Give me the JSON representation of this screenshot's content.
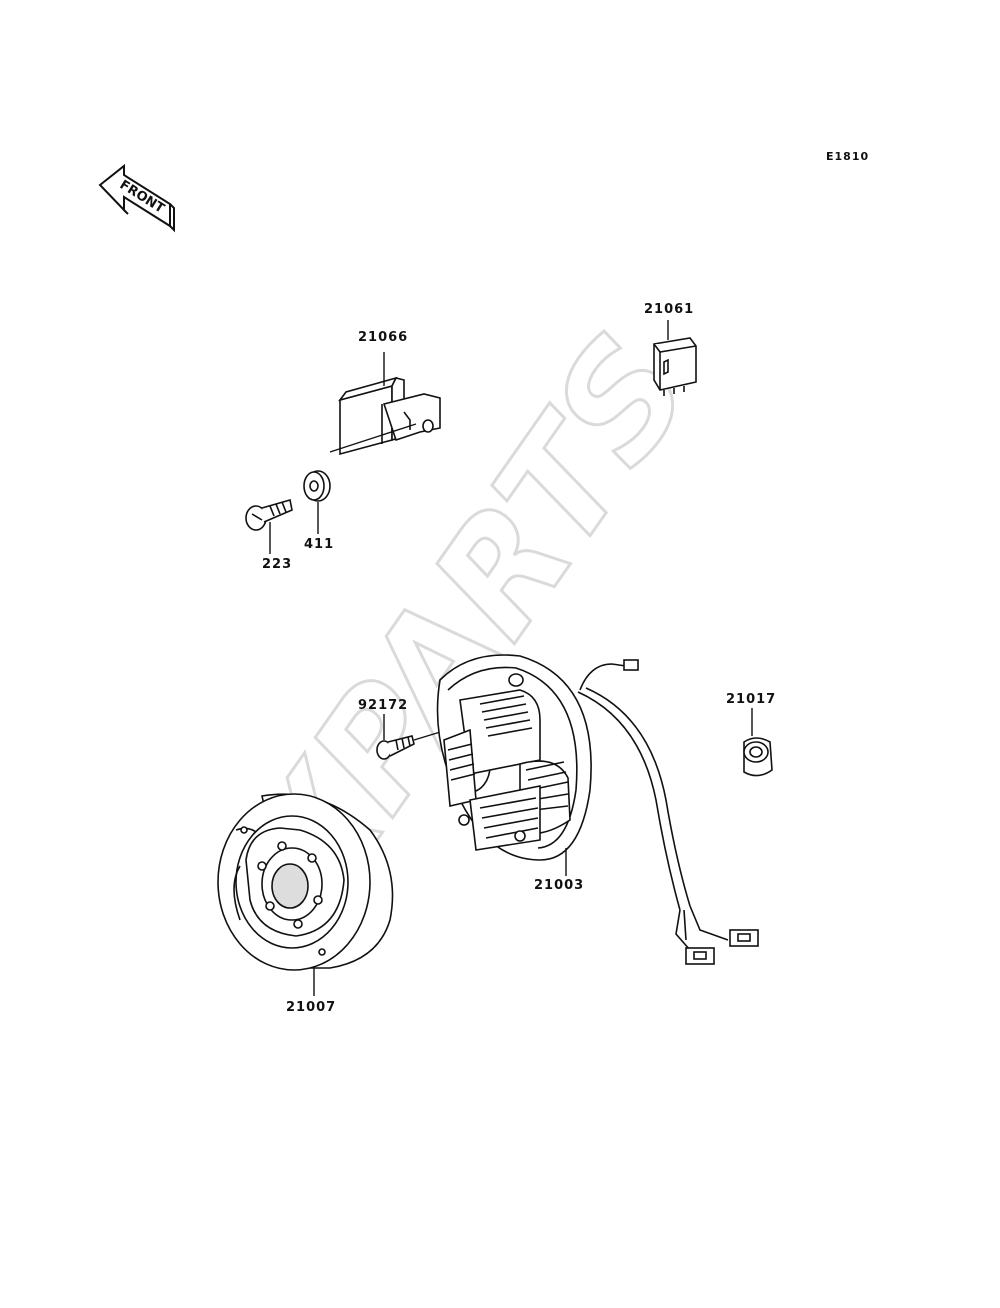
{
  "diagram_code": "E1810",
  "front_label": "FRONT",
  "watermark": "XPARTS",
  "parts": {
    "relay_bracket": "21066",
    "relay": "21061",
    "bolt": "223",
    "washer": "411",
    "screw": "92172",
    "grommet": "21017",
    "stator": "21003",
    "flywheel": "21007"
  }
}
